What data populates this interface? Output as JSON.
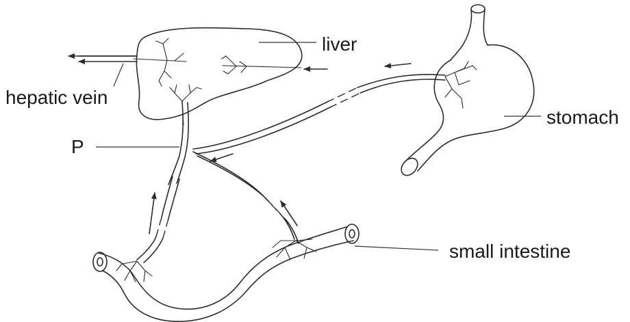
{
  "labels": {
    "liver": "liver",
    "hepatic_vein": "hepatic vein",
    "stomach": "stomach",
    "p": "P",
    "small_intestine": "small intestine"
  },
  "colors": {
    "ink": "#2b2b2b",
    "text": "#1a1a1a",
    "background": "#ffffff"
  }
}
